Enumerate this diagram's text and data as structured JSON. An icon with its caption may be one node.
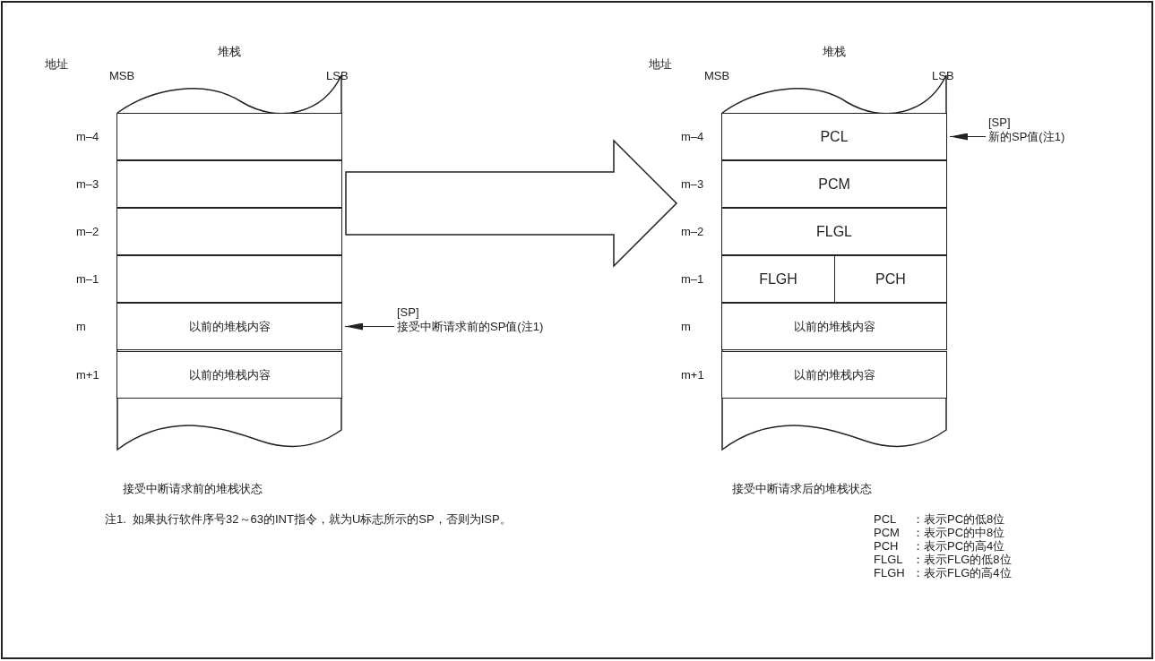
{
  "diagram": {
    "nodes": [
      {
        "text": [
          "堆栈"
        ]
      },
      {
        "text": [],
        "shape": "box",
        "in": 0
      },
      {
        "text": [],
        "shape": "box",
        "in": 0
      },
      {
        "text": [],
        "shape": "box",
        "in": 0
      },
      {
        "text": [],
        "shape": "box",
        "in": 0
      },
      {
        "text": [
          "以前的堆栈内容"
        ],
        "in": 0
      },
      {
        "text": [
          "以前的堆栈内容"
        ],
        "in": 0
      },
      {
        "text": [
          "[SP]",
          "接受中断请求前的SP值(注1)"
        ]
      },
      {
        "text": [
          "堆栈"
        ]
      },
      {
        "text": [
          "PCL"
        ],
        "in": 8
      },
      {
        "text": [
          "PCM"
        ],
        "in": 8
      },
      {
        "text": [
          "FLGL"
        ],
        "in": 8
      },
      {
        "text": [
          "FLGH"
        ],
        "in": 8
      },
      {
        "text": [
          "PCH"
        ],
        "in": 8
      },
      {
        "text": [
          "以前的堆栈内容"
        ],
        "in": 8
      },
      {
        "text": [
          "以前的堆栈内容"
        ],
        "in": 8
      },
      {
        "text": [
          "[SP]",
          "新的SP值(注1)"
        ]
      }
    ],
    "edges": [
      {
        "from": 7,
        "to": 5,
        "arrow": "to"
      },
      {
        "from": 0,
        "to": 8,
        "arrow": "to",
        "style": "thick"
      },
      {
        "from": 16,
        "to": 9,
        "arrow": "to"
      }
    ],
    "labels": [
      "地址",
      "MSB",
      "LSB",
      "m–4",
      "m–3",
      "m–2",
      "m–1",
      "m",
      "m+1",
      "地址",
      "MSB",
      "LSB",
      "m–4",
      "m–3",
      "m–2",
      "m–1",
      "m",
      "m+1",
      "接受中断请求前的堆栈状态",
      "接受中断请求后的堆栈状态",
      "注1.  如果执行软件序号32～63的INT指令，就为U标志所示的SP，否则为ISP。",
      "PCL",
      "：表示PC的低8位",
      "PCM",
      "：表示PC的中8位",
      "PCH",
      "：表示PC的高4位",
      "FLGL",
      "：表示FLG的低8位",
      "FLGH",
      "：表示FLG的高4位"
    ]
  }
}
